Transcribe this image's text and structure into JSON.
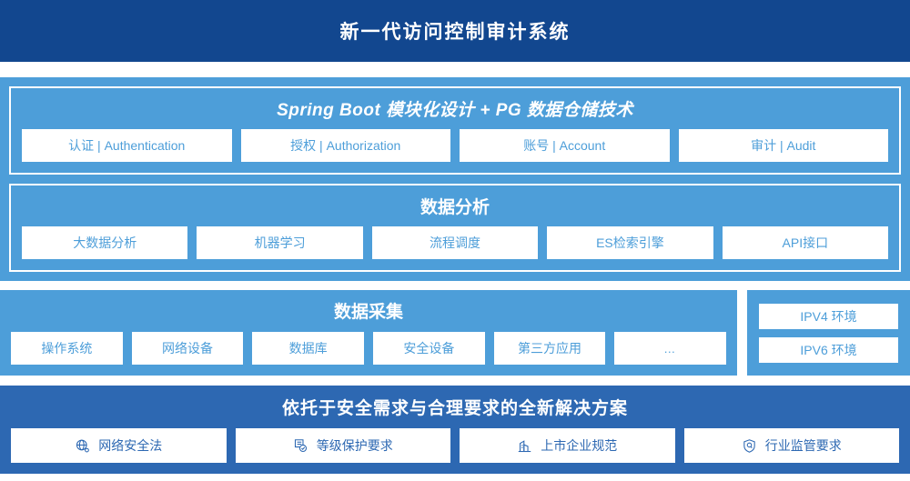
{
  "header": {
    "title": "新一代访问控制审计系统",
    "bg_color": "#12478f"
  },
  "platform_layer": {
    "title": "Spring Boot 模块化设计 + PG 数据仓储技术",
    "bg_color": "#4d9ed9",
    "modules": [
      {
        "label": "认证 | Authentication"
      },
      {
        "label": "授权 | Authorization"
      },
      {
        "label": "账号 | Account"
      },
      {
        "label": "审计 | Audit"
      }
    ]
  },
  "analysis_layer": {
    "title": "数据分析",
    "modules": [
      {
        "label": "大数据分析"
      },
      {
        "label": "机器学习"
      },
      {
        "label": "流程调度"
      },
      {
        "label": "ES检索引擎"
      },
      {
        "label": "API接口"
      }
    ]
  },
  "collection_layer": {
    "title": "数据采集",
    "modules": [
      {
        "label": "操作系统"
      },
      {
        "label": "网络设备"
      },
      {
        "label": "数据库"
      },
      {
        "label": "安全设备"
      },
      {
        "label": "第三方应用"
      },
      {
        "label": "…"
      }
    ]
  },
  "environment_panel": {
    "items": [
      {
        "label": "IPV4 环境"
      },
      {
        "label": "IPV6 环境"
      }
    ]
  },
  "solution_layer": {
    "title": "依托于安全需求与合理要求的全新解决方案",
    "bg_color": "#2d68b2",
    "items": [
      {
        "label": "网络安全法",
        "icon": "globe-icon"
      },
      {
        "label": "等级保护要求",
        "icon": "document-check-icon"
      },
      {
        "label": "上市企业规范",
        "icon": "building-icon"
      },
      {
        "label": "行业监管要求",
        "icon": "shield-search-icon"
      }
    ]
  }
}
